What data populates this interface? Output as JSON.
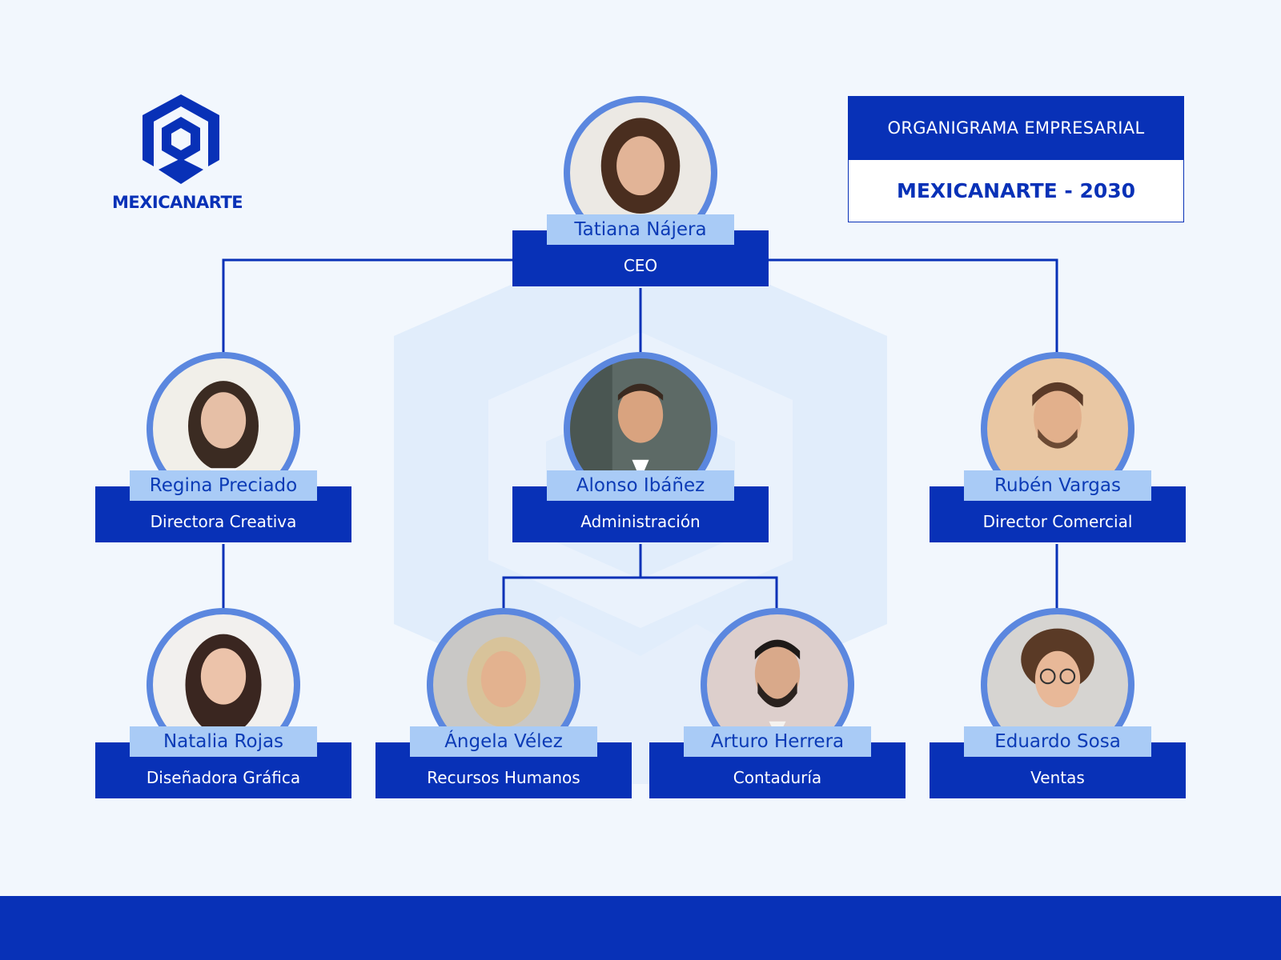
{
  "brand": {
    "name": "MEXICANARTE",
    "primary_color": "#0831b7",
    "light_color": "#a9cbf6",
    "ring_color": "#5b87df",
    "background_color": "#f2f7fd"
  },
  "title_box": {
    "heading": "ORGANIGRAMA EMPRESARIAL",
    "subheading": "MEXICANARTE - 2030"
  },
  "org": {
    "ceo": {
      "name": "Tatiana Nájera",
      "role": "CEO",
      "photo": "woman-curly-hair-portrait"
    },
    "regina": {
      "name": "Regina Preciado",
      "role": "Directora Creativa",
      "photo": "woman-portrait"
    },
    "alonso": {
      "name": "Alonso Ibáñez",
      "role": "Administración",
      "photo": "man-suit-portrait"
    },
    "ruben": {
      "name": "Rubén Vargas",
      "role": "Director Comercial",
      "photo": "man-beard-portrait"
    },
    "natalia": {
      "name": "Natalia Rojas",
      "role": "Diseñadora Gráfica",
      "photo": "young-woman-portrait"
    },
    "angela": {
      "name": "Ángela Vélez",
      "role": "Recursos Humanos",
      "photo": "woman-blonde-portrait"
    },
    "arturo": {
      "name": "Arturo Herrera",
      "role": "Contaduría",
      "photo": "man-dark-beard-portrait"
    },
    "eduardo": {
      "name": "Eduardo Sosa",
      "role": "Ventas",
      "photo": "young-man-curly-portrait"
    }
  },
  "hierarchy": [
    [
      "ceo",
      "regina"
    ],
    [
      "ceo",
      "alonso"
    ],
    [
      "ceo",
      "ruben"
    ],
    [
      "regina",
      "natalia"
    ],
    [
      "alonso",
      "angela"
    ],
    [
      "alonso",
      "arturo"
    ],
    [
      "ruben",
      "eduardo"
    ]
  ]
}
